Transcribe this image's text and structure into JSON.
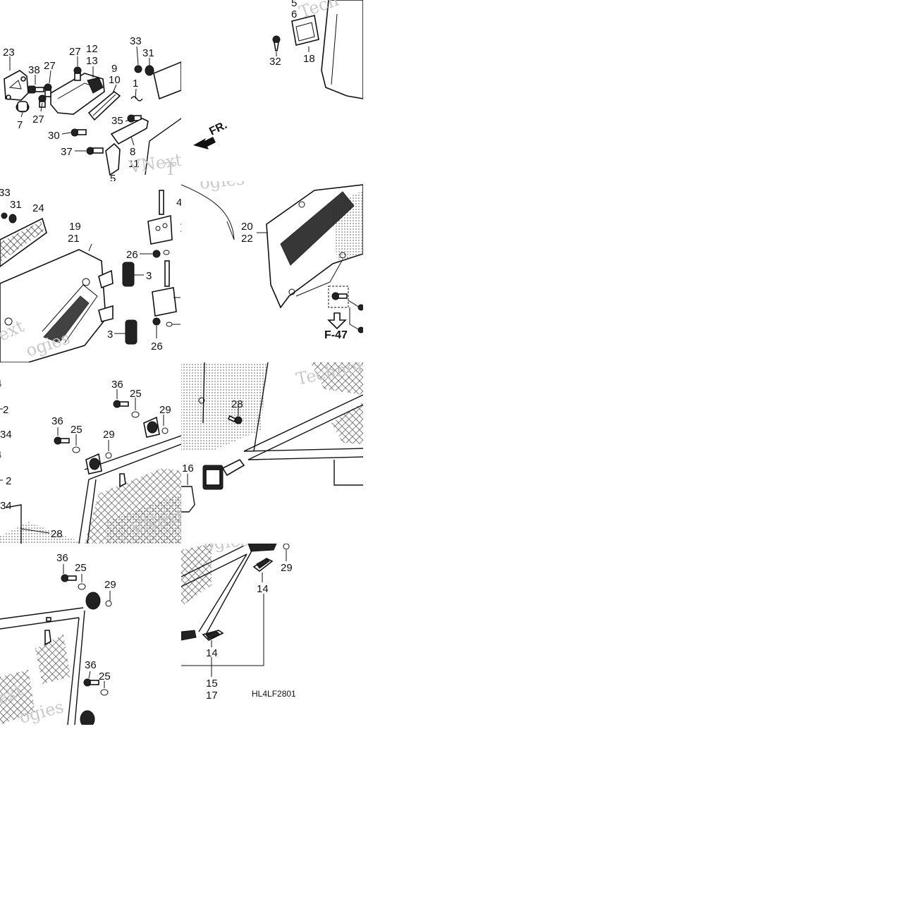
{
  "labels": {
    "tile1": [
      "23",
      "38",
      "27",
      "27",
      "12",
      "13",
      "9",
      "10",
      "33",
      "31",
      "1",
      "7",
      "27",
      "30",
      "35",
      "37",
      "8",
      "11",
      "5"
    ],
    "tile2": [
      "5",
      "6",
      "32",
      "18",
      "FR."
    ],
    "tile3": [
      "33",
      "31",
      "24",
      "19",
      "21",
      "26",
      "3",
      "3",
      "26",
      "4"
    ],
    "tile4": [
      "20",
      "22",
      "F-47"
    ],
    "tile5": [
      "4",
      "2",
      "34",
      "4",
      "2",
      "34",
      "36",
      "25",
      "29",
      "36",
      "25",
      "29",
      "28"
    ],
    "tile6": [
      "28",
      "16"
    ],
    "tile7": [
      "36",
      "25",
      "29",
      "36",
      "25"
    ],
    "tile8": [
      "29",
      "14",
      "14",
      "15",
      "17"
    ]
  },
  "diagram_code": "HL4LF2801",
  "watermark": {
    "vnext": "VNext",
    "techno": "Technologies",
    "tech": "Tech",
    "t": "T",
    "ext": "ext",
    "ogies": "ogies"
  },
  "colors": {
    "line": "#111111",
    "watermark": "#c9c9c9",
    "background": "#ffffff"
  }
}
